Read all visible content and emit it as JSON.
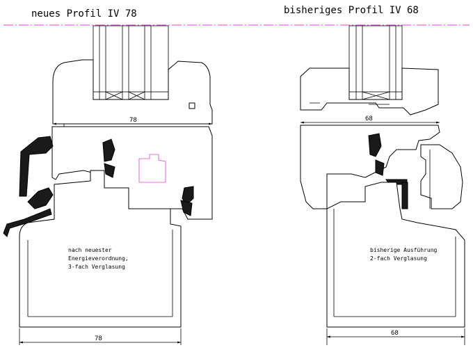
{
  "titles": {
    "left": "neues Profil IV 78",
    "right": "bisheriges Profil IV 68"
  },
  "notes": {
    "left": [
      "nach neuester",
      "Energieverordnung,",
      "3-fach Verglasung"
    ],
    "right": [
      "bisherige Ausführung",
      "2-fach Verglasung"
    ]
  },
  "dimensions": {
    "left_sash": "78",
    "left_frame": "78",
    "right_sash": "68",
    "right_frame": "68"
  },
  "colors": {
    "centerline": "#e040e0",
    "outline": "#000000",
    "seal": "#1a1a1a"
  }
}
